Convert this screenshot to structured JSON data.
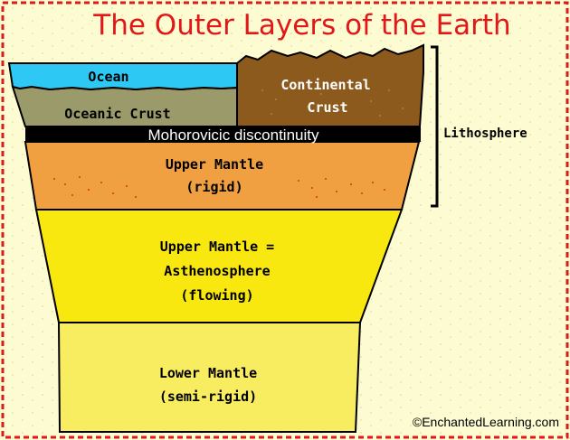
{
  "title": "The Outer Layers of the Earth",
  "layers": {
    "ocean": "Ocean",
    "continental_crust_line1": "Continental",
    "continental_crust_line2": "Crust",
    "oceanic_crust": "Oceanic Crust",
    "moho": "Mohorovicic discontinuity",
    "upper_mantle_rigid_line1": "Upper Mantle",
    "upper_mantle_rigid_line2": "(rigid)",
    "asthenosphere_line1": "Upper Mantle =",
    "asthenosphere_line2": "Asthenosphere",
    "asthenosphere_line3": "(flowing)",
    "lower_mantle_line1": "Lower Mantle",
    "lower_mantle_line2": "(semi-rigid)"
  },
  "bracket_label": "Lithosphere",
  "credit": "©EnchantedLearning.com",
  "colors": {
    "background": "#fdfbd2",
    "border_dash": "#e01818",
    "title": "#e01818",
    "ocean": "#2ec8f4",
    "oceanic_crust": "#9a9a6a",
    "continental_crust": "#8c5a1c",
    "moho": "#000000",
    "upper_mantle": "#f0a040",
    "asthenosphere": "#f8e810",
    "lower_mantle": "#f8ec60"
  }
}
